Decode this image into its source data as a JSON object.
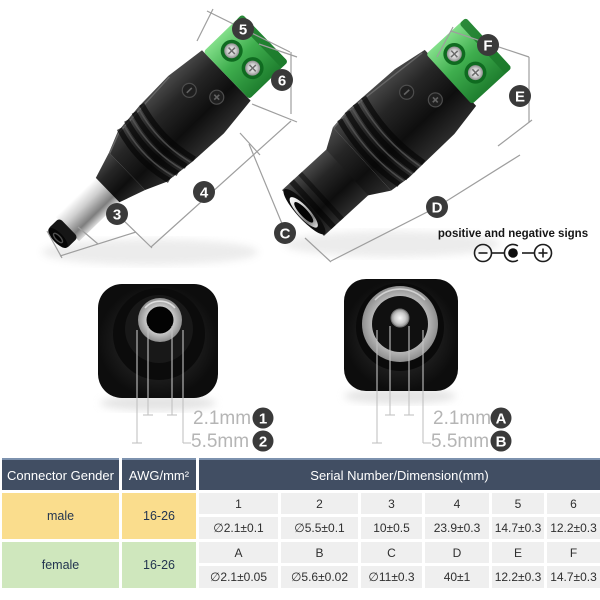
{
  "colors": {
    "table_header_bg": "#414e63",
    "male_row_bg": "#fadd8d",
    "female_row_bg": "#cfe7bd",
    "serial_cell_bg": "#efefef",
    "terminal_green": "#3fae4e",
    "dim_label_gray": "#b5b5b5",
    "badge_dark": "#3a3a3a"
  },
  "polarity": {
    "title": "positive and negative signs"
  },
  "male_view": {
    "badges": {
      "b3": "3",
      "b4": "4",
      "b5": "5",
      "b6": "6"
    }
  },
  "female_view": {
    "badges": {
      "bC": "C",
      "bD": "D",
      "bE": "E",
      "bF": "F"
    }
  },
  "male_front": {
    "dims": [
      {
        "label": "2.1mm",
        "badge": "1"
      },
      {
        "label": "5.5mm",
        "badge": "2"
      }
    ]
  },
  "female_front": {
    "dims": [
      {
        "label": "2.1mm",
        "badge": "A"
      },
      {
        "label": "5.5mm",
        "badge": "B"
      }
    ]
  },
  "table": {
    "header": {
      "gender": "Connector Gender",
      "awg": "AWG/mm²",
      "serial": "Serial Number/Dimension(mm)"
    },
    "rows": [
      {
        "gender": "male",
        "awg": "16-26",
        "serials": [
          "1",
          "2",
          "3",
          "4",
          "5",
          "6"
        ],
        "dims": [
          "∅2.1±0.1",
          "∅5.5±0.1",
          "10±0.5",
          "23.9±0.3",
          "14.7±0.3",
          "12.2±0.3"
        ]
      },
      {
        "gender": "female",
        "awg": "16-26",
        "serials": [
          "A",
          "B",
          "C",
          "D",
          "E",
          "F"
        ],
        "dims": [
          "∅2.1±0.05",
          "∅5.6±0.02",
          "∅11±0.3",
          "40±1",
          "12.2±0.3",
          "14.7±0.3"
        ]
      }
    ]
  }
}
